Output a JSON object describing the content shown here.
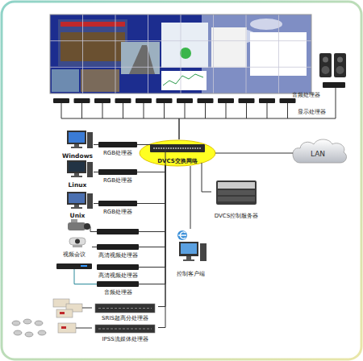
{
  "diagram": {
    "nodes": [
      {
        "text": [
          "显示处理器"
        ]
      },
      {
        "text": [
          "音频处理器"
        ]
      },
      {
        "text": [
          "Windows"
        ]
      },
      {
        "text": [
          "RGB处理器"
        ]
      },
      {
        "text": [
          "DVCS交换网络"
        ]
      },
      {
        "text": [
          "LAN"
        ]
      },
      {
        "text": [
          "Linux"
        ]
      },
      {
        "text": [
          "RGB处理器"
        ]
      },
      {
        "text": [
          "DVCS控制服务器"
        ]
      },
      {
        "text": [
          "Unix"
        ]
      },
      {
        "text": [
          "RGB处理器"
        ]
      },
      {
        "text": [
          "视频会议"
        ]
      },
      {
        "text": [
          "高清视频处理器"
        ]
      },
      {
        "text": [
          "高清视频处理器"
        ]
      },
      {
        "text": [
          "控制客户端"
        ]
      },
      {
        "text": [
          "音频处理器"
        ]
      },
      {
        "text": [
          "SRIS超高分处理器"
        ]
      },
      {
        "text": [
          "IPSS流媒体处理器"
        ]
      }
    ],
    "edges": [
      {
        "from": 2,
        "to": 3,
        "arrow": "none"
      },
      {
        "from": 6,
        "to": 7,
        "arrow": "none"
      },
      {
        "from": 9,
        "to": 10,
        "arrow": "none"
      },
      {
        "from": 11,
        "to": 12,
        "arrow": "none"
      },
      {
        "from": 3,
        "to": 4,
        "arrow": "none"
      },
      {
        "from": 7,
        "to": 4,
        "arrow": "none"
      },
      {
        "from": 10,
        "to": 4,
        "arrow": "none"
      },
      {
        "from": 12,
        "to": 4,
        "arrow": "none"
      },
      {
        "from": 13,
        "to": 4,
        "arrow": "none"
      },
      {
        "from": 15,
        "to": 4,
        "arrow": "none"
      },
      {
        "from": 16,
        "to": 4,
        "arrow": "none"
      },
      {
        "from": 17,
        "to": 4,
        "arrow": "none"
      },
      {
        "from": 4,
        "to": 0,
        "arrow": "none"
      },
      {
        "from": 4,
        "to": 1,
        "arrow": "none"
      },
      {
        "from": 4,
        "to": 5,
        "arrow": "none"
      },
      {
        "from": 4,
        "to": 8,
        "arrow": "none"
      },
      {
        "from": 4,
        "to": 14,
        "arrow": "none"
      }
    ]
  }
}
